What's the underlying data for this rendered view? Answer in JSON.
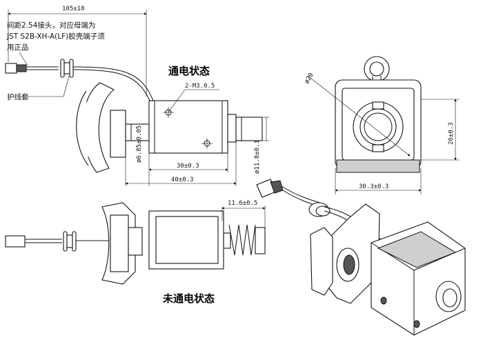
{
  "labels": {
    "energized": "通电状态",
    "de_energized": "未通电状态",
    "note_line1": "间距2.54接头，对应母端为",
    "note_line2": "JST S2B-XH-A(LF)胶壳端子须",
    "note_line3": "用正品",
    "sleeve": "护线套"
  },
  "dimensions": {
    "total_length": "105±10",
    "thread": "2-M3.0.5",
    "body_length": "30±0.3",
    "overall_length": "40±0.3",
    "plunger_dia": "ø6.85±0.05",
    "shaft_dia": "ø11.8±0.1",
    "stroke": "11.6±0.5",
    "ring_dia": "ø20",
    "frame_height": "26±0.3",
    "frame_width": "30.3±0.3"
  },
  "colors": {
    "line": "#111111",
    "fill_dark": "#555555",
    "fill_light": "#cfcfcf"
  }
}
